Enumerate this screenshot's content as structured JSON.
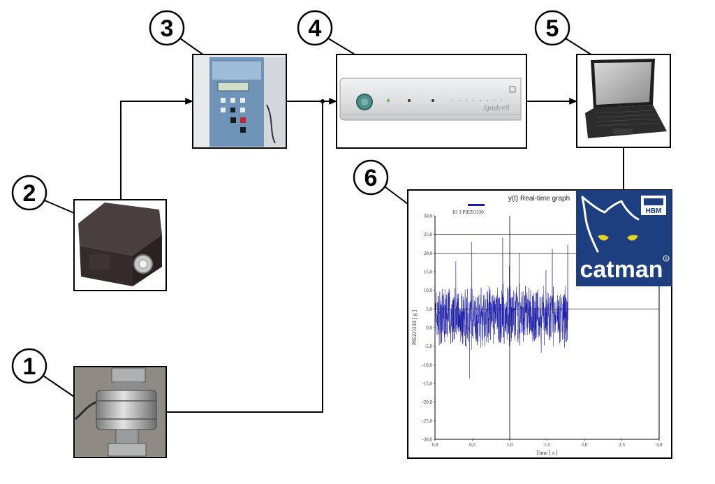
{
  "labels": [
    "1",
    "2",
    "3",
    "4",
    "5",
    "6"
  ],
  "devices": {
    "spider_brand": "Spider8",
    "logo_hbm": "HBM",
    "logo_catman": "catman",
    "registered_mark": "R"
  },
  "graph": {
    "title": "y(t) Real-time graph",
    "legend_label": "IO 3  PIEZO330",
    "xlabel": "Time  [ s ]",
    "ylabel": "PIEZO330  [ g ]"
  },
  "chart_data": {
    "type": "line",
    "title": "y(t) Real-time graph",
    "xlabel": "Time  [ s ]",
    "ylabel": "PIEZO330  [ g ]",
    "xlim": [
      0,
      3
    ],
    "ylim": [
      -30,
      30
    ],
    "x_ticks": [
      "0,0",
      "0,5",
      "1,0",
      "1,5",
      "2,0",
      "2,5",
      "3,0"
    ],
    "y_ticks": [
      "30,0",
      "25,0",
      "20,0",
      "15,0",
      "10,0",
      "5,0",
      "0,0",
      "-5,0",
      "-10,0",
      "-15,0",
      "-20,0",
      "-25,0",
      "-30,0"
    ],
    "series": [
      {
        "name": "IO 3  PIEZO330",
        "x_range": [
          0,
          1.78
        ],
        "band": [
          -3,
          13
        ],
        "center": 3,
        "color": "#1a1aa8"
      }
    ],
    "cursor_x": 1.0,
    "cursor_y": [
      5,
      20,
      25
    ],
    "grid": false
  },
  "colors": {
    "signal": "#1a1aa8",
    "catman_bg": "#1d3f80",
    "catman_text": "#ffffff",
    "eye": "#e6d71c",
    "spider_body": "#e4e6e8",
    "sensor_dark": "#3a3030",
    "laptop": "#2a2a2a"
  }
}
